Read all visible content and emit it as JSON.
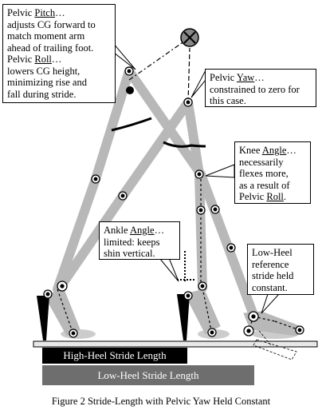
{
  "callouts": {
    "pitch": {
      "line1_term": "Pelvic",
      "line1_key": "Pitch",
      "line1_tail": "…",
      "line2": "adjusts CG forward to",
      "line3": "match moment arm",
      "line4": "ahead of trailing foot.",
      "line5_term": "Pelvic",
      "line5_key": "Roll",
      "line5_tail": "…",
      "line6": "lowers CG height,",
      "line7": "minimizing rise and",
      "line8": "fall during stride."
    },
    "yaw": {
      "line1_term": "Pelvic",
      "line1_key": "Yaw",
      "line1_tail": "…",
      "line2": "constrained to zero for",
      "line3": "this case."
    },
    "knee": {
      "line1_term": "Knee",
      "line1_key": "Angle",
      "line1_tail": "…",
      "line2": "necessarily",
      "line3": "flexes more,",
      "line4": "as a result of",
      "line5_term": "Pelvic",
      "line5_key": "Roll",
      "line5_tail": "."
    },
    "ankle": {
      "line1_term": "Ankle",
      "line1_key": "Angle",
      "line1_tail": "…",
      "line2": "limited: keeps",
      "line3": "shin vertical."
    },
    "lowheel": {
      "line1": "Low-Heel",
      "line2": "reference",
      "line3": "stride held",
      "line4": "constant."
    }
  },
  "bars": {
    "high_heel": "High-Heel Stride Length",
    "low_heel": "Low-Heel Stride Length"
  },
  "caption": "Figure 2 Stride-Length with Pelvic Yaw Held Constant",
  "colors": {
    "leg_gray": "#b8b8b8",
    "high_bar": "#000000",
    "low_bar": "#6e6e6e",
    "floor": "#e8e8e8"
  }
}
